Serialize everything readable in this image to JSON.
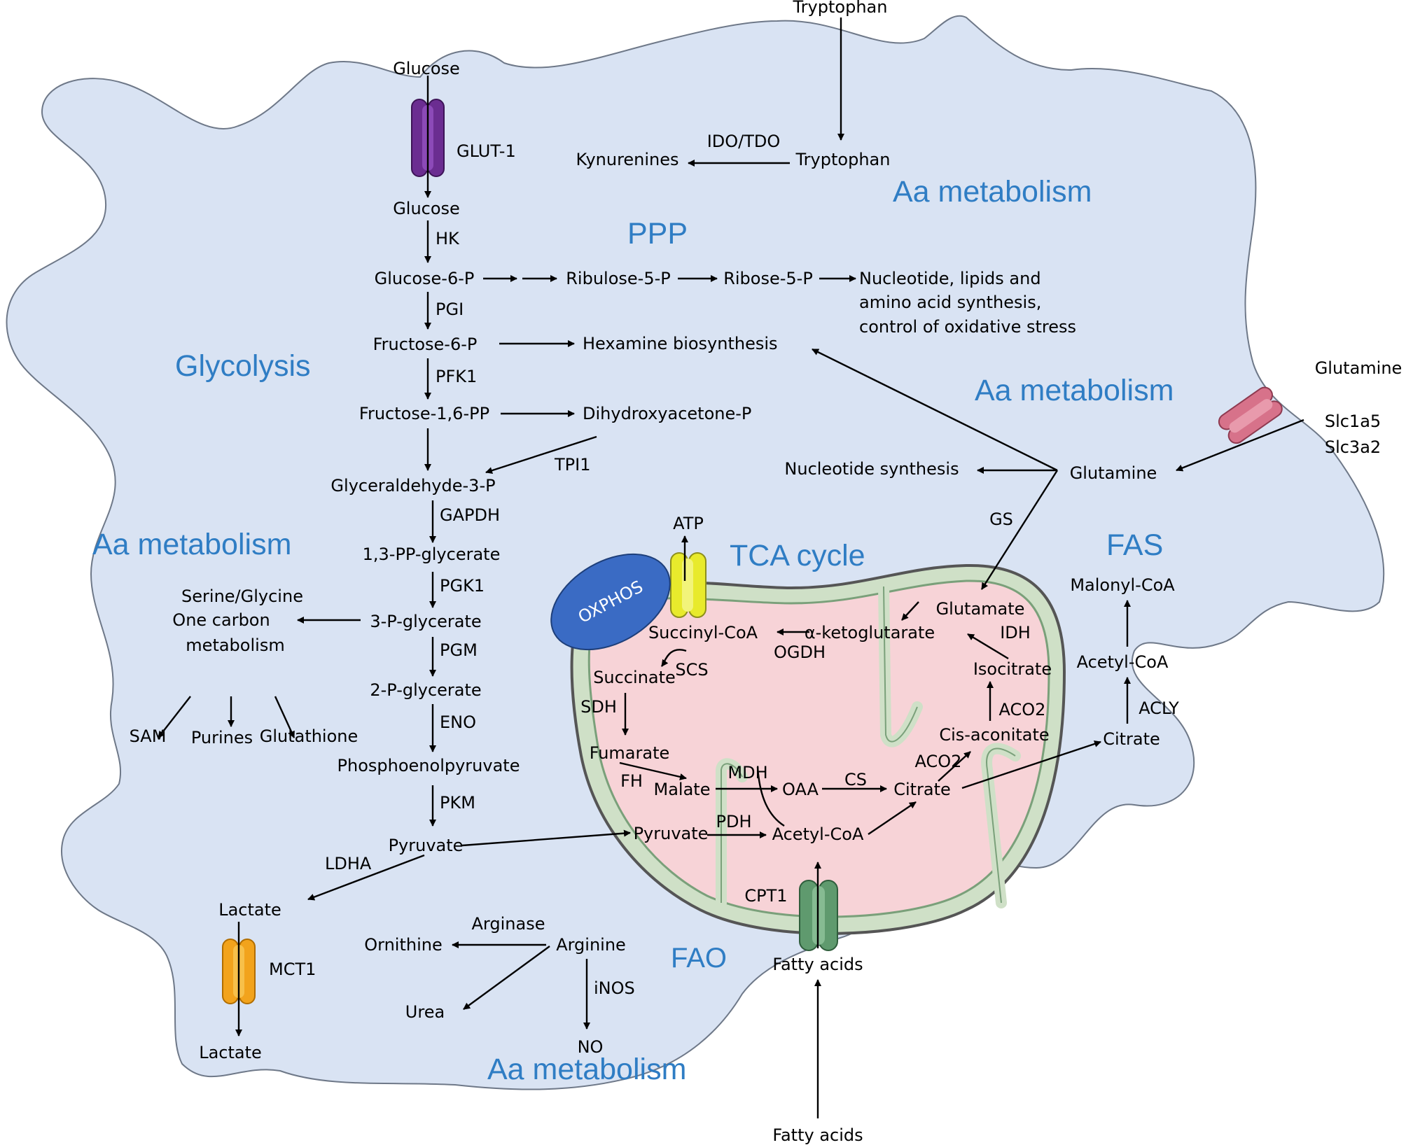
{
  "regions": {
    "ppp": "PPP",
    "glycolysis": "Glycolysis",
    "aa_top": "Aa metabolism",
    "aa_right": "Aa metabolism",
    "aa_left": "Aa metabolism",
    "aa_bottom": "Aa metabolism",
    "tca": "TCA cycle",
    "fas": "FAS",
    "fao": "FAO"
  },
  "transporters": {
    "glut1": "GLUT-1",
    "mct1": "MCT1",
    "cpt1": "CPT1",
    "slc1a5": "Slc1a5",
    "slc3a2": "Slc3a2",
    "oxphos": "OXPHOS"
  },
  "glycolysis": {
    "glucose_out": "Glucose",
    "glucose_in": "Glucose",
    "hk": "HK",
    "g6p": "Glucose-6-P",
    "pgi": "PGI",
    "f6p": "Fructose-6-P",
    "pfk1": "PFK1",
    "f16pp": "Fructose-1,6-PP",
    "dhap": "Dihydroxyacetone-P",
    "tpi1": "TPI1",
    "g3p": "Glyceraldehyde-3-P",
    "gapdh": "GAPDH",
    "bpg": "1,3-PP-glycerate",
    "pgk1": "PGK1",
    "pg3": "3-P-glycerate",
    "pgm": "PGM",
    "pg2": "2-P-glycerate",
    "eno": "ENO",
    "pep": "Phosphoenolpyruvate",
    "pkm": "PKM",
    "pyruvate": "Pyruvate",
    "ldha": "LDHA",
    "lactate_in": "Lactate",
    "lactate_out": "Lactate"
  },
  "ppp": {
    "ribulose": "Ribulose-5-P",
    "ribose": "Ribose-5-P",
    "products_line1": "Nucleotide, lipids and",
    "products_line2": "amino acid synthesis,",
    "products_line3": "control of oxidative stress",
    "hexamine": "Hexamine biosynthesis"
  },
  "serine": {
    "line1": "Serine/Glycine",
    "line2": "One carbon",
    "line3": "metabolism",
    "sam": "SAM",
    "purines": "Purines",
    "glutathione": "Glutathione"
  },
  "tryptophan": {
    "outside": "Tryptophan",
    "inside": "Tryptophan",
    "enzyme": "IDO/TDO",
    "kynurenines": "Kynurenines"
  },
  "glutamine": {
    "outside": "Glutamine",
    "inside": "Glutamine",
    "nucleotide": "Nucleotide synthesis",
    "gs": "GS"
  },
  "arginine": {
    "arginine": "Arginine",
    "arginase": "Arginase",
    "ornithine": "Ornithine",
    "urea": "Urea",
    "inos": "iNOS",
    "no": "NO"
  },
  "tca": {
    "atp": "ATP",
    "glutamate": "Glutamate",
    "akg": "α-ketoglutarate",
    "succinyl": "Succinyl-CoA",
    "ogdh": "OGDH",
    "idh": "IDH",
    "isocitrate": "Isocitrate",
    "succinate": "Succinate",
    "scs": "SCS",
    "sdh": "SDH",
    "aco2_a": "ACO2",
    "cis_aconitate": "Cis-aconitate",
    "fumarate": "Fumarate",
    "aco2_b": "ACO2",
    "fh": "FH",
    "malate": "Malate",
    "mdh": "MDH",
    "oaa": "OAA",
    "cs": "CS",
    "citrate": "Citrate",
    "pdh": "PDH",
    "pyruvate": "Pyruvate",
    "acetyl": "Acetyl-CoA"
  },
  "fas": {
    "malonyl": "Malonyl-CoA",
    "acetyl": "Acetyl-CoA",
    "acly": "ACLY",
    "citrate": "Citrate"
  },
  "fao": {
    "fatty_in": "Fatty acids",
    "fatty_out": "Fatty acids"
  },
  "colors": {
    "cytoplasm": "#d9e3f3",
    "mito_outer": "#cfe0c7",
    "mito_matrix": "#f7d3d7",
    "label_blue": "#2f7dc4",
    "oxphos": "#3a6bc4",
    "glut1": "#6b2d91",
    "mct1": "#f2a31c",
    "atp_synthase": "#e8ea2c",
    "cpt1": "#5f9a6e",
    "slc": "#d7728a"
  }
}
